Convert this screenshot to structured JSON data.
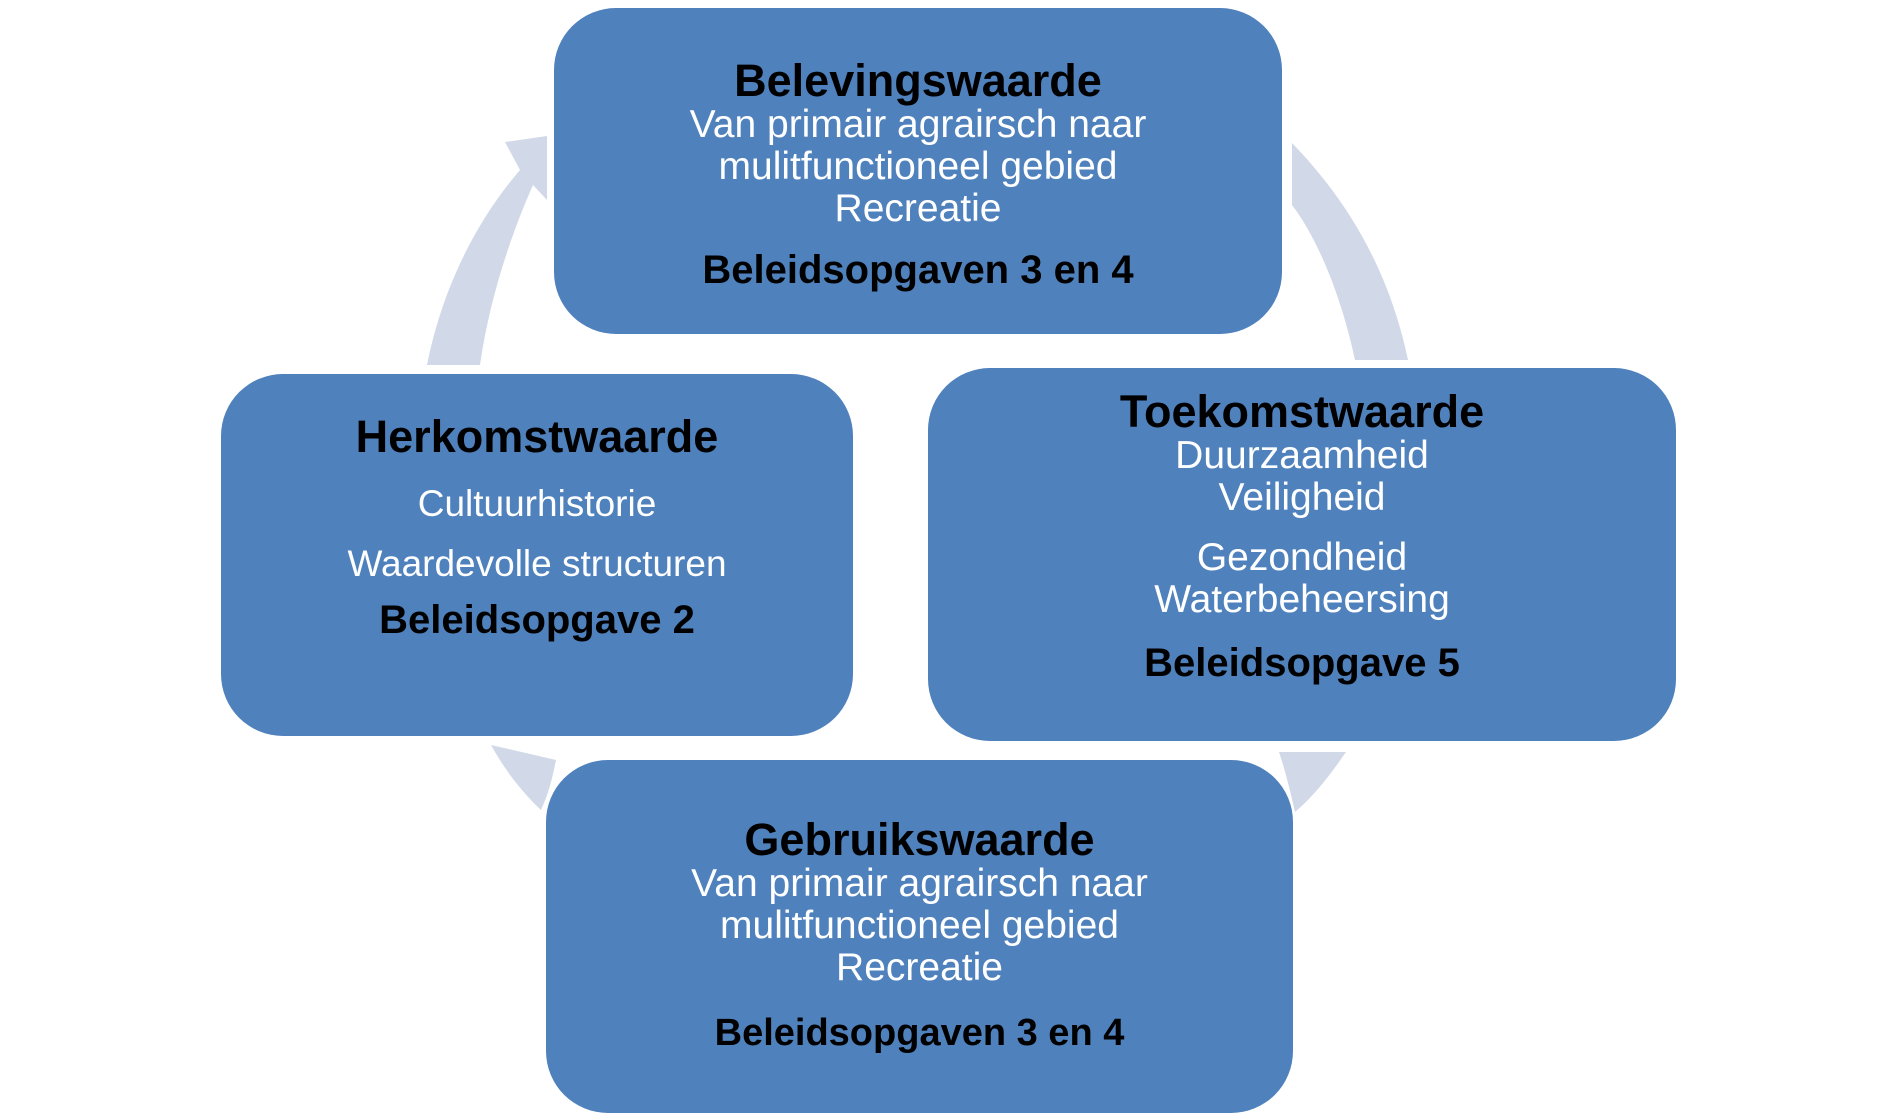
{
  "colors": {
    "node_fill": "#4f81bd",
    "arrow_fill": "#d1d8e8",
    "title_text": "#000000",
    "body_text": "#ffffff"
  },
  "nodes": {
    "belevingswaarde": {
      "title": "Belevingswaarde",
      "lines": [
        "Van primair agrairsch naar",
        "mulitfunctioneel gebied",
        "Recreatie"
      ],
      "policy": "Beleidsopgaven 3 en 4"
    },
    "toekomstwaarde": {
      "title": "Toekomstwaarde",
      "lines": [
        "Duurzaamheid",
        "Veiligheid",
        "Gezondheid",
        "Waterbeheersing"
      ],
      "policy": "Beleidsopgave 5"
    },
    "gebruikswaarde": {
      "title": "Gebruikswaarde",
      "lines": [
        "Van primair agrairsch naar",
        "mulitfunctioneel gebied",
        "Recreatie"
      ],
      "policy": "Beleidsopgaven 3 en 4"
    },
    "herkomstwaarde": {
      "title": "Herkomstwaarde",
      "lines": [
        "Cultuurhistorie",
        "Waardevolle structuren"
      ],
      "policy": "Beleidsopgave 2"
    }
  }
}
